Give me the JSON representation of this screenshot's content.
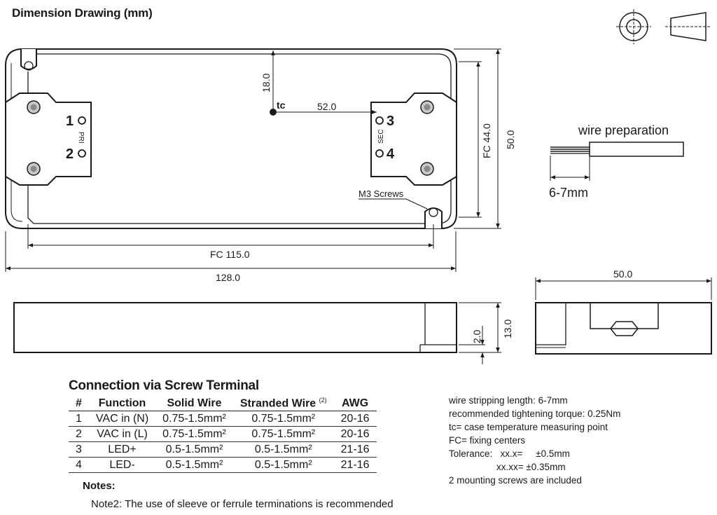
{
  "title": "Dimension Drawing (mm)",
  "top_view": {
    "dim_tc_vertical": "18.0",
    "tc_label": "tc",
    "dim_tc_horizontal": "52.0",
    "pri_label": "PRI",
    "sec_label": "SEC",
    "terminal_1": "1",
    "terminal_2": "2",
    "terminal_3": "3",
    "terminal_4": "4",
    "screws_label": "M3 Screws",
    "dim_fc_height": "FC 44.0",
    "dim_height": "50.0",
    "dim_fc_length": "FC 115.0",
    "dim_length": "128.0"
  },
  "wire_preparation": {
    "label": "wire preparation",
    "dim_strip": "6-7mm"
  },
  "side_view": {
    "dim_base": "2.0",
    "dim_height": "13.0"
  },
  "end_view": {
    "dim_width": "50.0"
  },
  "connection": {
    "title": "Connection via Screw Terminal",
    "headers": [
      "#",
      "Function",
      "Solid Wire",
      "Stranded Wire",
      "AWG"
    ],
    "stranded_note_mark": "(2)",
    "rows": [
      [
        "1",
        "VAC in (N)",
        "0.75-1.5mm²",
        "0.75-1.5mm²",
        "20-16"
      ],
      [
        "2",
        "VAC in (L)",
        "0.75-1.5mm²",
        "0.75-1.5mm²",
        "20-16"
      ],
      [
        "3",
        "LED+",
        "0.5-1.5mm²",
        "0.5-1.5mm²",
        "21-16"
      ],
      [
        "4",
        "LED-",
        "0.5-1.5mm²",
        "0.5-1.5mm²",
        "21-16"
      ]
    ],
    "notes_label": "Notes:",
    "note2": "Note2:  The use of sleeve or ferrule terminations is recommended"
  },
  "info_lines": [
    "wire stripping length: 6-7mm",
    "recommended tightening torque: 0.25Nm",
    "tc= case temperature measuring point",
    "FC= fixing centers",
    "Tolerance:   xx.x=     ±0.5mm",
    "xx.xx=  ±0.35mm",
    "2 mounting screws are included"
  ]
}
